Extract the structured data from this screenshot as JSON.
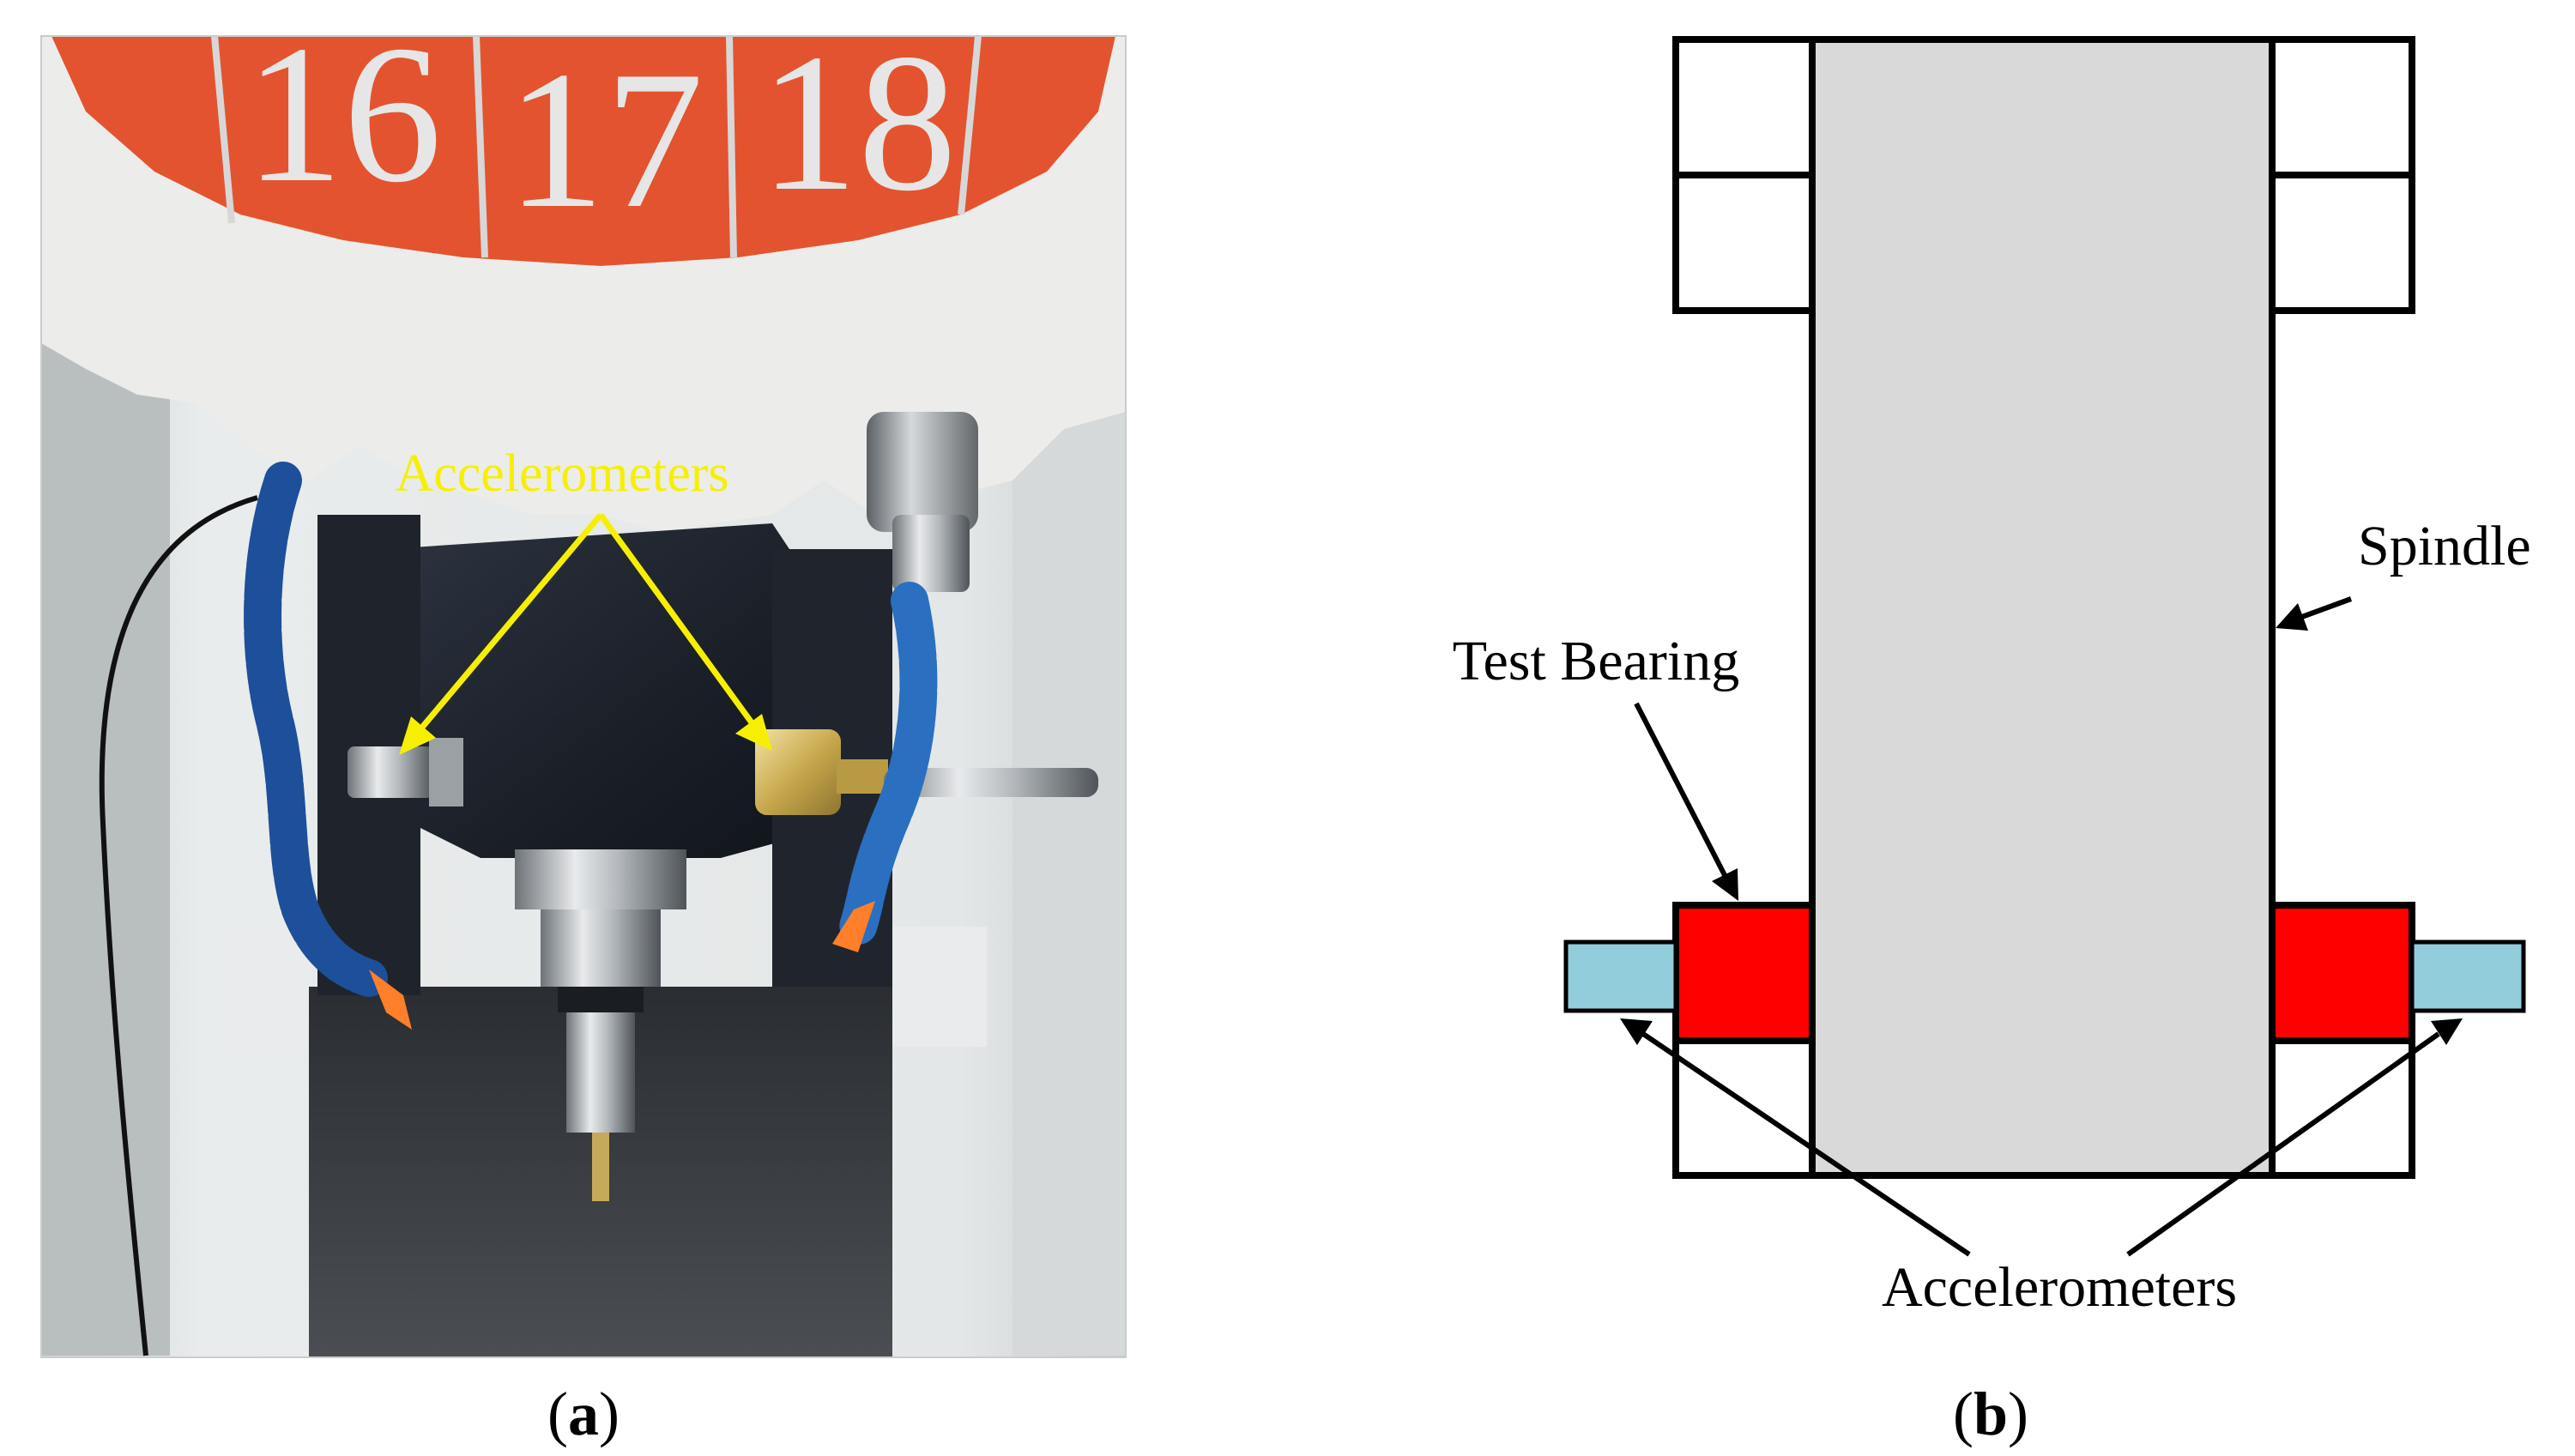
{
  "panel_a": {
    "dial_numbers": [
      "16",
      "17",
      "18"
    ],
    "annotation_label": "Accelerometers",
    "caption_open": "(",
    "caption_letter": "a",
    "caption_close": ")"
  },
  "panel_b": {
    "spindle_label": "Spindle",
    "test_bearing_label": "Test Bearing",
    "accelerometers_label": "Accelerometers",
    "caption_open": "(",
    "caption_letter": "b",
    "caption_close": ")"
  },
  "colors": {
    "annotation_yellow": "#f6f000",
    "bearing_red": "#ff0000",
    "spindle_gray": "#d9d9d9",
    "sensor_blue": "#92cddc",
    "dial_orange": "#e4532f"
  }
}
